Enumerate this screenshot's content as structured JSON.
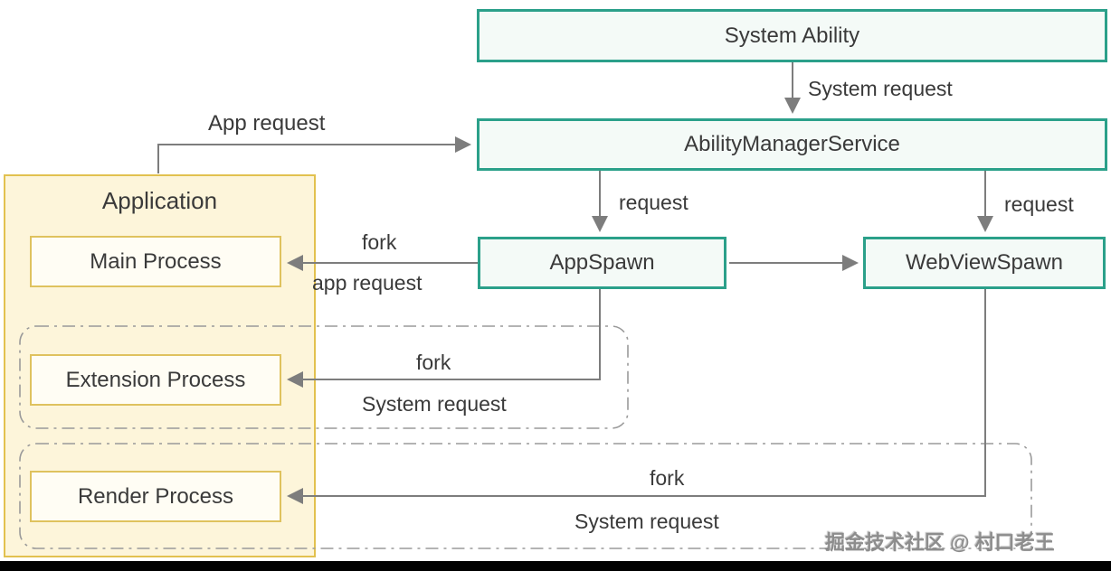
{
  "diagram": {
    "nodes": {
      "system_ability": {
        "label": "System Ability"
      },
      "ability_manager_service": {
        "label": "AbilityManagerService"
      },
      "app_spawn": {
        "label": "AppSpawn"
      },
      "web_view_spawn": {
        "label": "WebViewSpawn"
      },
      "application": {
        "label": "Application"
      },
      "main_process": {
        "label": "Main Process"
      },
      "extension_process": {
        "label": "Extension Process"
      },
      "render_process": {
        "label": "Render Process"
      }
    },
    "edges": {
      "system_request_top": {
        "label": "System request"
      },
      "app_request": {
        "label": "App request"
      },
      "request_left": {
        "label": "request"
      },
      "request_right": {
        "label": "request"
      },
      "fork_main": {
        "label": "fork"
      },
      "app_request_main": {
        "label": "app request"
      },
      "fork_extension": {
        "label": "fork"
      },
      "system_request_extension": {
        "label": "System request"
      },
      "fork_render": {
        "label": "fork"
      },
      "system_request_render": {
        "label": "System request"
      }
    },
    "watermark": "掘金技术社区 @ 村口老王",
    "colors": {
      "teal_border": "#2ba08a",
      "teal_bg": "#f4faf7",
      "yellow_bg": "#fdf5da",
      "yellow_container_border": "#e2c14f",
      "yellow_border": "#dfc25e",
      "process_bg": "#fffdf4",
      "arrow": "#7d7d7d",
      "dashdot": "#9a9a9a",
      "text": "#3a3a3a",
      "watermark": "#8d8d8d",
      "bottom_bar": "#000000"
    }
  }
}
